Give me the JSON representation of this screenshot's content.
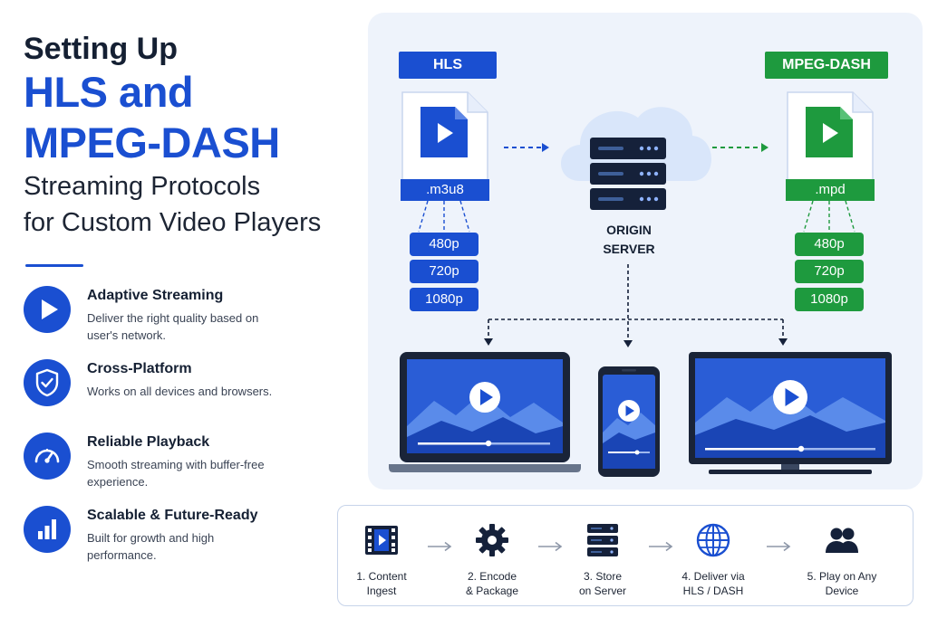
{
  "title": {
    "line1": "Setting Up",
    "line2": "HLS and",
    "line3": "MPEG-DASH",
    "line4": "Streaming Protocols",
    "line5": "for Custom Video Players"
  },
  "features": [
    {
      "title": "Adaptive Streaming",
      "desc": "Deliver the right quality based on user's network.",
      "icon": "play-icon"
    },
    {
      "title": "Cross-Platform",
      "desc": "Works on all devices and browsers.",
      "icon": "shield-check-icon"
    },
    {
      "title": "Reliable Playback",
      "desc": "Smooth streaming with buffer-free experience.",
      "icon": "speedometer-icon"
    },
    {
      "title": "Scalable & Future-Ready",
      "desc": "Built for growth and high performance.",
      "icon": "bar-chart-icon"
    }
  ],
  "diagram": {
    "hls_label": "HLS",
    "dash_label": "MPEG-DASH",
    "hls_ext": ".m3u8",
    "dash_ext": ".mpd",
    "hls_qualities": [
      "480p",
      "720p",
      "1080p"
    ],
    "dash_qualities": [
      "480p",
      "720p",
      "1080p"
    ],
    "origin_line1": "ORIGIN",
    "origin_line2": "SERVER"
  },
  "steps": [
    {
      "line1": "1. Content",
      "line2": "Ingest",
      "icon": "film-icon"
    },
    {
      "line1": "2. Encode",
      "line2": "& Package",
      "icon": "gear-icon"
    },
    {
      "line1": "3. Store",
      "line2": "on Server",
      "icon": "server-icon"
    },
    {
      "line1": "4. Deliver via",
      "line2": "HLS / DASH",
      "icon": "globe-icon"
    },
    {
      "line1": "5. Play on Any",
      "line2": "Device",
      "icon": "users-icon"
    }
  ],
  "colors": {
    "blue": "#1a4fd1",
    "green": "#1e9a3e",
    "navy": "#152033",
    "panel": "#eef3fb"
  }
}
